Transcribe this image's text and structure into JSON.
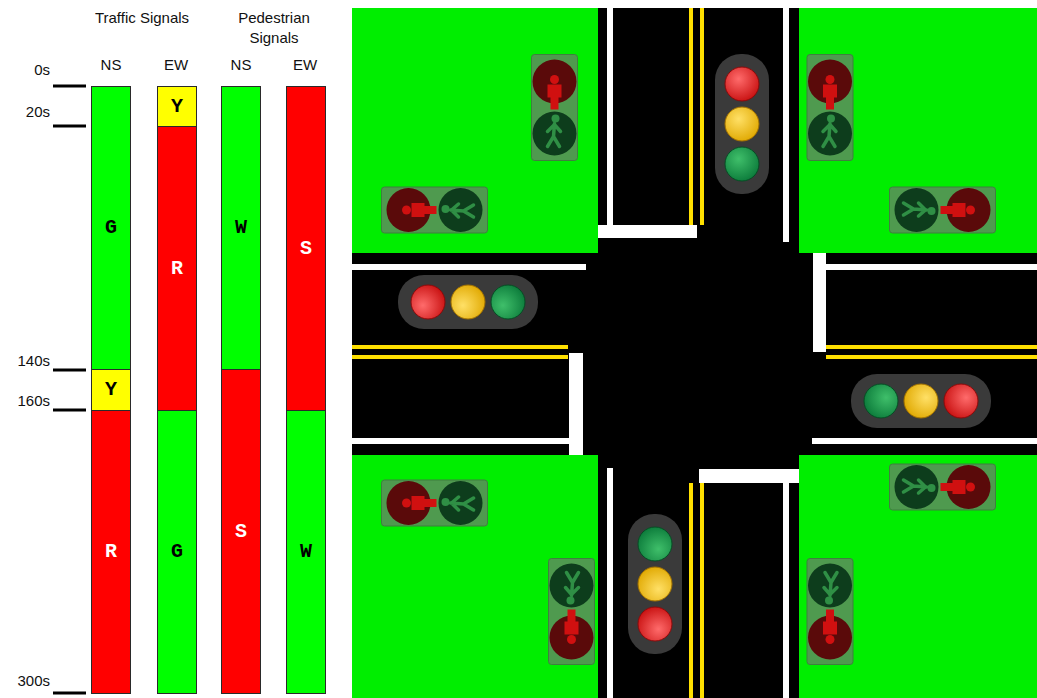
{
  "diagram": {
    "nodes": [
      {
        "text": [
          "G"
        ]
      },
      {
        "text": [
          "Y"
        ]
      },
      {
        "text": [
          "R"
        ]
      },
      {
        "text": [
          "Y"
        ]
      },
      {
        "text": [
          "R"
        ]
      },
      {
        "text": [
          "G"
        ]
      },
      {
        "text": [
          "W"
        ]
      },
      {
        "text": [
          "S"
        ]
      },
      {
        "text": [
          "S"
        ]
      },
      {
        "text": [
          "W"
        ]
      }
    ],
    "labels": [
      "Traffic Signals",
      "Pedestrian Signals",
      "NS",
      "EW",
      "NS",
      "EW",
      "0s",
      "20s",
      "140s",
      "160s",
      "300s"
    ]
  }
}
